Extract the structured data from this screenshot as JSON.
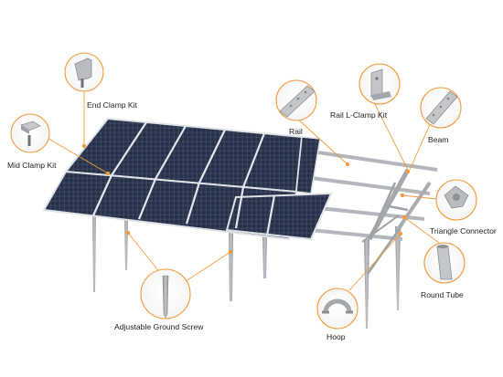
{
  "labels": {
    "end_clamp_kit": "End Clamp Kit",
    "mid_clamp_kit": "Mid Clamp Kit",
    "rail": "Rail",
    "rail_l_clamp_kit": "Rail L-Clamp Kit",
    "beam": "Beam",
    "triangle_connector": "Triangle Connector",
    "round_tube": "Round Tube",
    "hoop": "Hoop",
    "adjustable_ground_screw": "Adjustable Ground Screw"
  },
  "colors": {
    "accent": "#f39a3a",
    "panel": "#2b3550",
    "frame": "#c9ced6",
    "metal": "#a7abb0"
  },
  "icons": [
    "end-clamp-icon",
    "mid-clamp-icon",
    "rail-profile-icon",
    "l-clamp-icon",
    "beam-profile-icon",
    "triangle-connector-icon",
    "round-tube-icon",
    "hoop-icon",
    "ground-screw-icon"
  ]
}
